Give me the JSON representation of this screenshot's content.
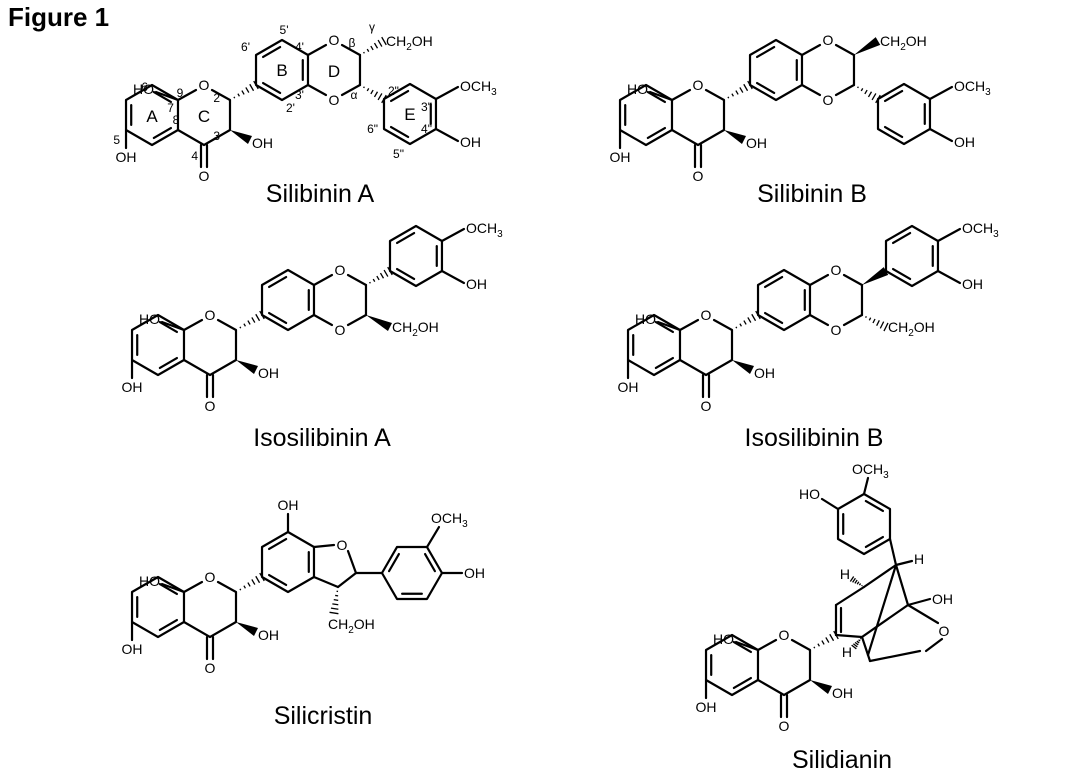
{
  "figure_title": "Figure 1",
  "structures": [
    {
      "name": "Silibinin A"
    },
    {
      "name": "Silibinin B"
    },
    {
      "name": "Isosilibinin A"
    },
    {
      "name": "Isosilibinin B"
    },
    {
      "name": "Silicristin"
    },
    {
      "name": "Silidianin"
    }
  ],
  "groups": {
    "ho": "HO",
    "oh": "OH",
    "o": "O",
    "och3": "OCH3",
    "ch2oh": "CH2OH",
    "h": "H"
  },
  "ring_letters": [
    "A",
    "B",
    "C",
    "D",
    "E"
  ],
  "atom_numbers": [
    "2",
    "3",
    "4",
    "5",
    "6",
    "7",
    "8",
    "9",
    "2'",
    "3'",
    "4'",
    "5'",
    "6'",
    "2\"",
    "3\"",
    "4\"",
    "5\"",
    "6\""
  ],
  "greek": [
    "α",
    "β",
    "γ"
  ]
}
